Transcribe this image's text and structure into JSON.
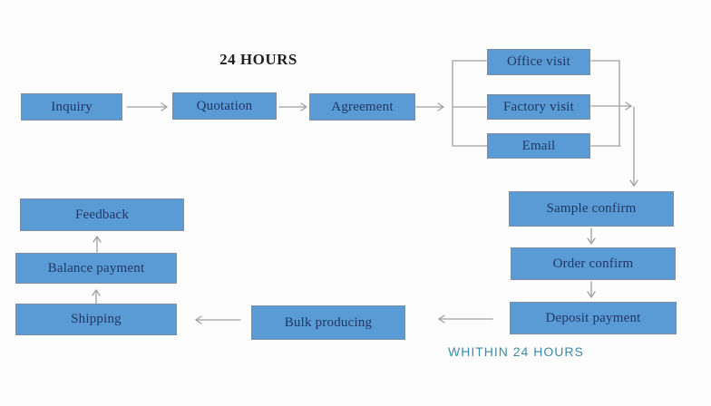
{
  "title": "24 HOURS",
  "footnote": "WHITHIN 24 HOURS",
  "nodes": {
    "inquiry": "Inquiry",
    "quotation": "Quotation",
    "agreement": "Agreement",
    "office_visit": "Office visit",
    "factory_visit": "Factory visit",
    "email": "Email",
    "sample_confirm": "Sample confirm",
    "order_confirm": "Order confirm",
    "deposit_payment": "Deposit payment",
    "bulk_producing": "Bulk producing",
    "shipping": "Shipping",
    "balance_payment": "Balance payment",
    "feedback": "Feedback"
  },
  "edges": [
    {
      "from": "Inquiry",
      "to": "Quotation"
    },
    {
      "from": "Quotation",
      "to": "Agreement"
    },
    {
      "from": "Agreement",
      "to": "Office visit"
    },
    {
      "from": "Agreement",
      "to": "Factory visit"
    },
    {
      "from": "Agreement",
      "to": "Email"
    },
    {
      "from": "Office visit",
      "to": "Sample confirm"
    },
    {
      "from": "Factory visit",
      "to": "Sample confirm"
    },
    {
      "from": "Email",
      "to": "Sample confirm"
    },
    {
      "from": "Sample confirm",
      "to": "Order confirm"
    },
    {
      "from": "Order confirm",
      "to": "Deposit payment"
    },
    {
      "from": "Deposit payment",
      "to": "Bulk producing"
    },
    {
      "from": "Bulk producing",
      "to": "Shipping"
    },
    {
      "from": "Shipping",
      "to": "Balance payment"
    },
    {
      "from": "Balance payment",
      "to": "Feedback"
    }
  ],
  "colors": {
    "background": "#fdfdfd",
    "node_fill": "#5b9bd5",
    "node_border": "#7d8da0",
    "node_text": "#1f3864",
    "arrow": "#a0a0a0",
    "title_text": "#1f1f1f",
    "footnote_text": "#3f8ba6"
  }
}
